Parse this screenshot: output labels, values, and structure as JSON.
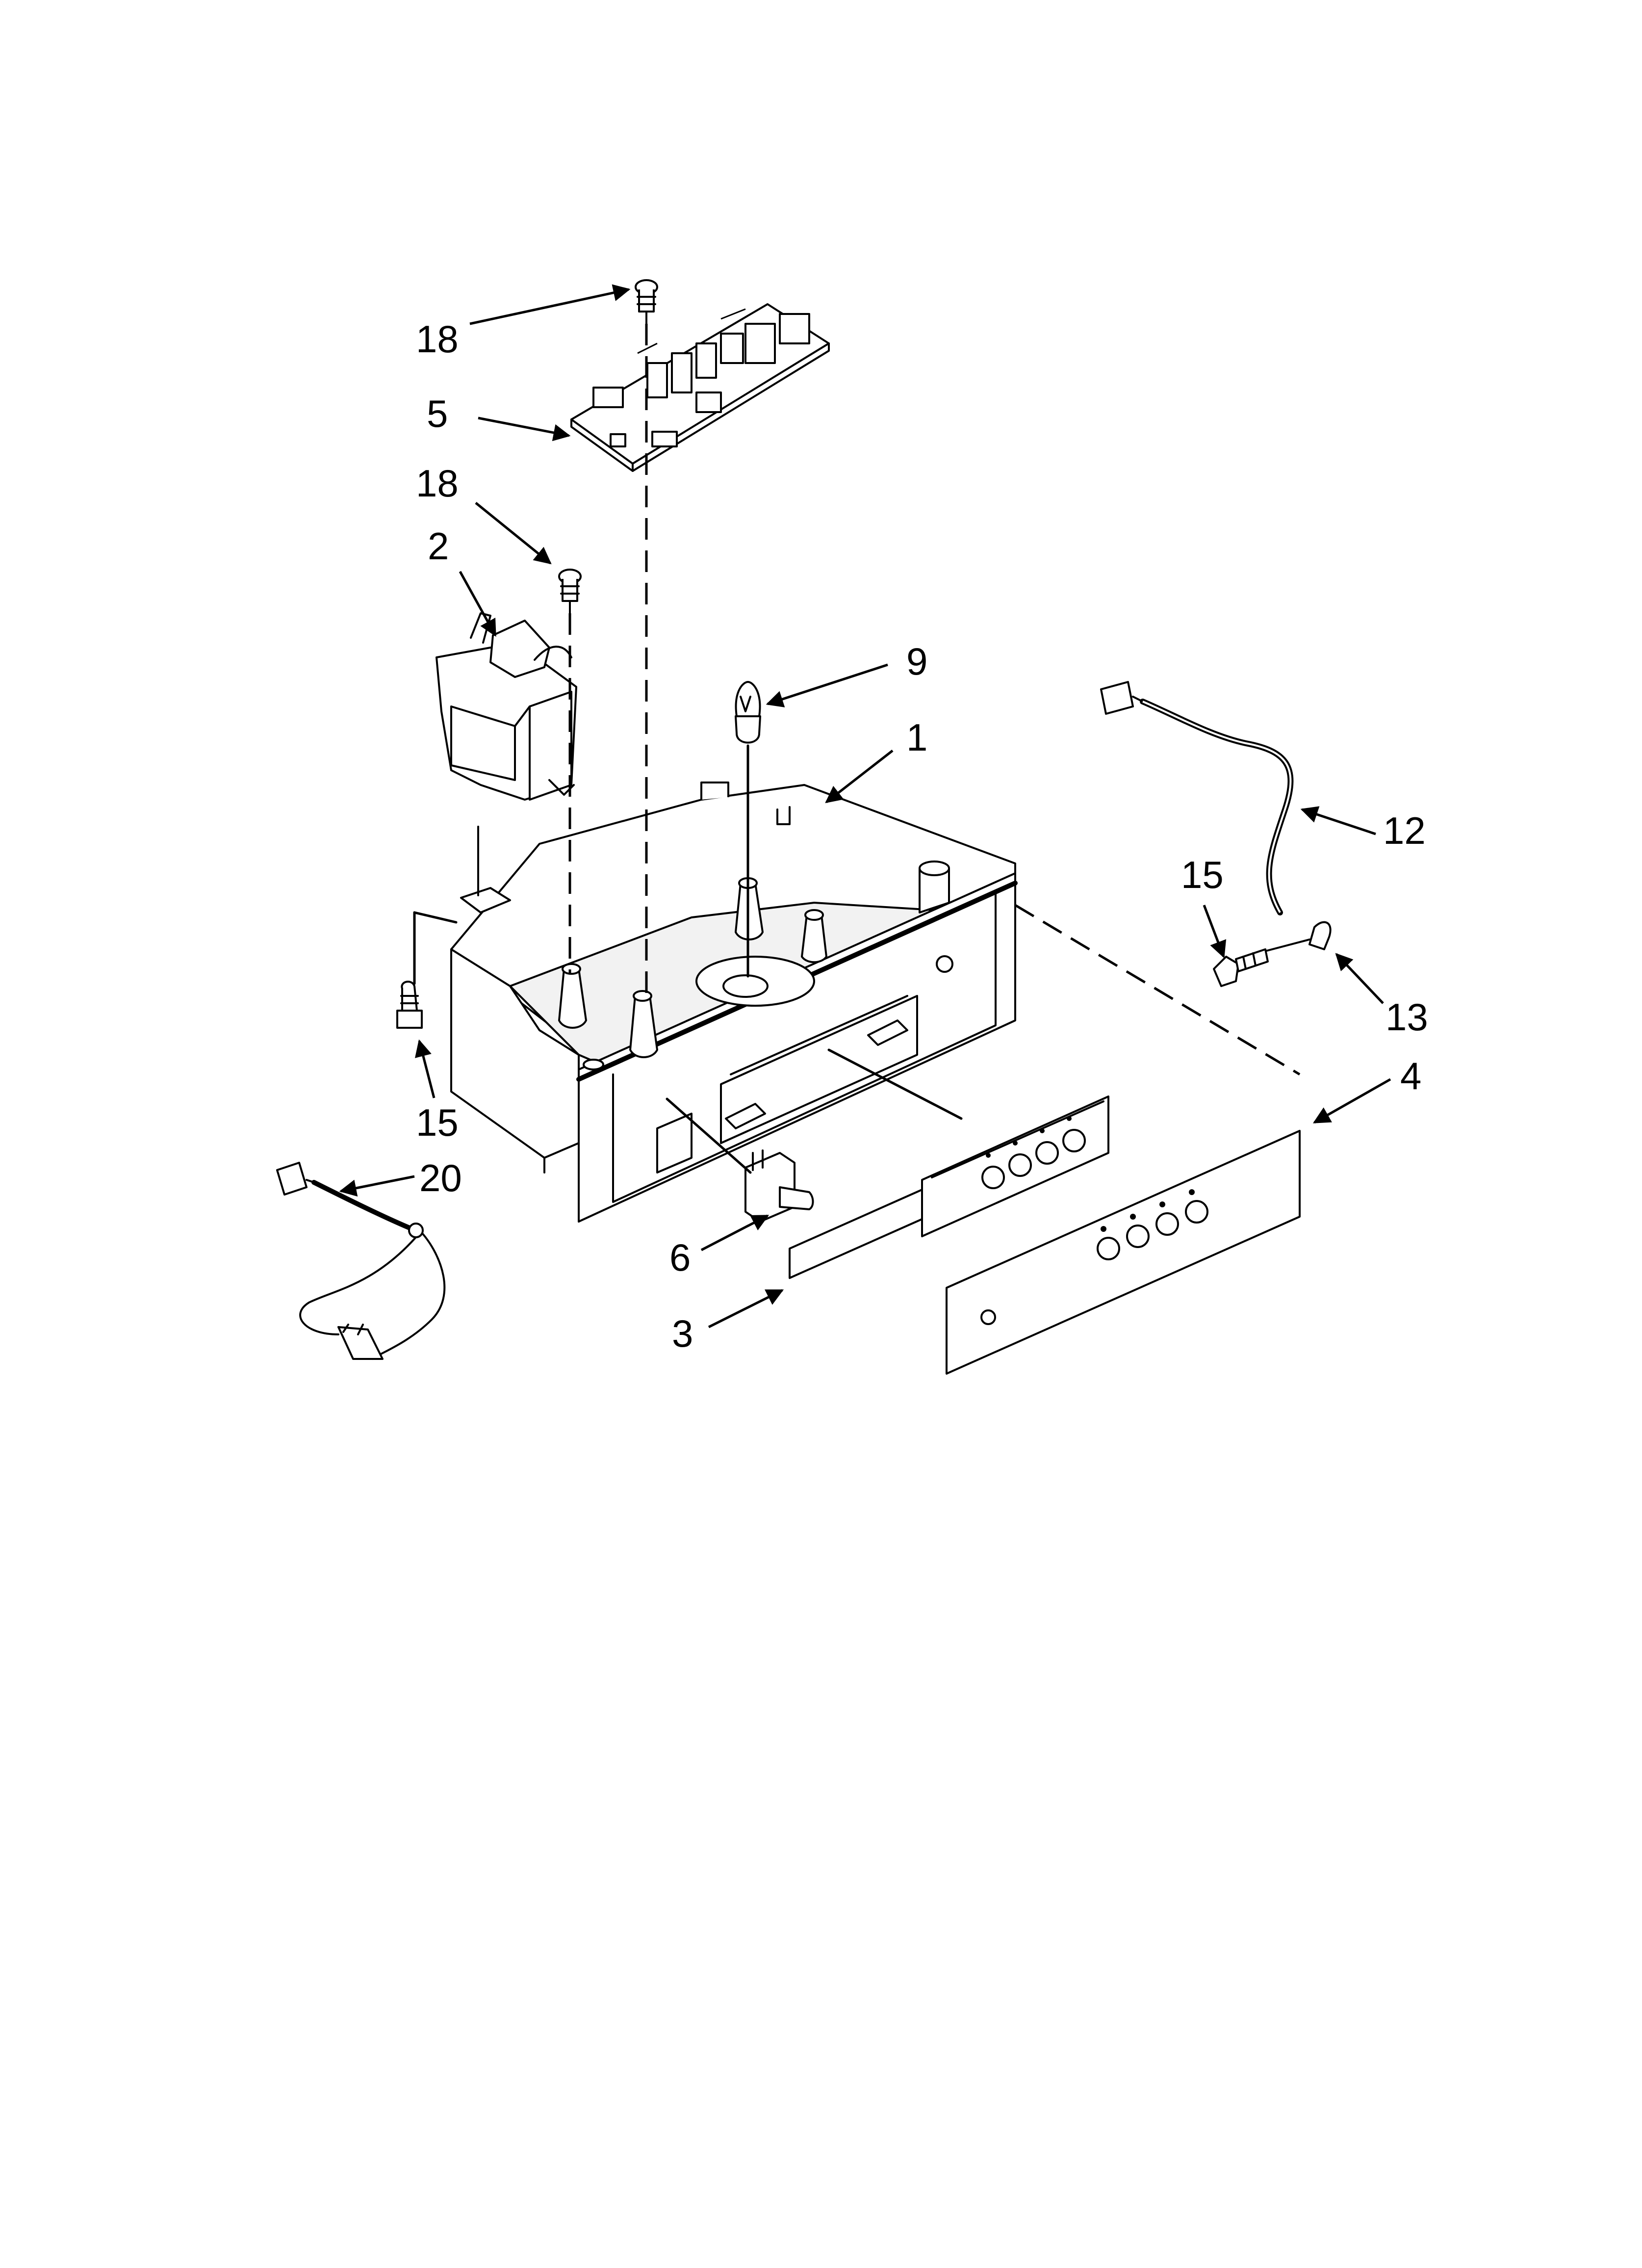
{
  "callouts": {
    "c18a": "18",
    "c5": "5",
    "c18b": "18",
    "c2": "2",
    "c9": "9",
    "c1": "1",
    "c12": "12",
    "c15a": "15",
    "c13": "13",
    "c4": "4",
    "c15b": "15",
    "c20": "20",
    "c6": "6",
    "c3": "3"
  }
}
